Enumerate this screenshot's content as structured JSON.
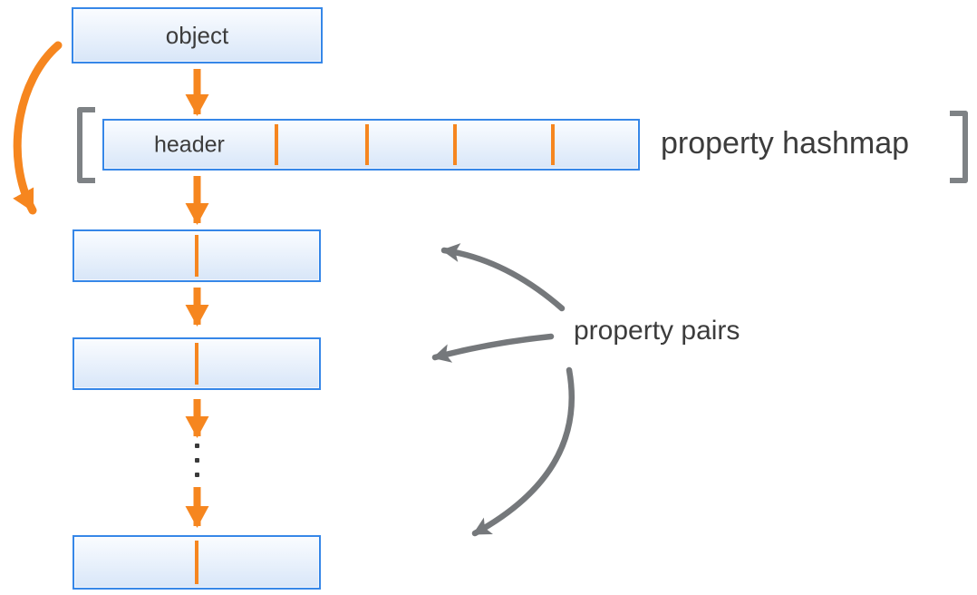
{
  "diagram": {
    "object_box_label": "object",
    "header_box_label": "header",
    "hashmap_annotation": "property hashmap",
    "pairs_annotation": "property pairs",
    "hashmap_slot_divider_count": 4,
    "property_pair_box_count": 3,
    "ellipsis_dot_count": 3
  },
  "colors": {
    "orange": "#F6861F",
    "box-border": "#3687E8",
    "box-fill-top": "#FAFCFF",
    "box-fill-bottom": "#D8E6F8",
    "arrow-gray": "#75787B",
    "bracket-gray": "#7E8285",
    "text-dark": "#3C3C3C"
  }
}
